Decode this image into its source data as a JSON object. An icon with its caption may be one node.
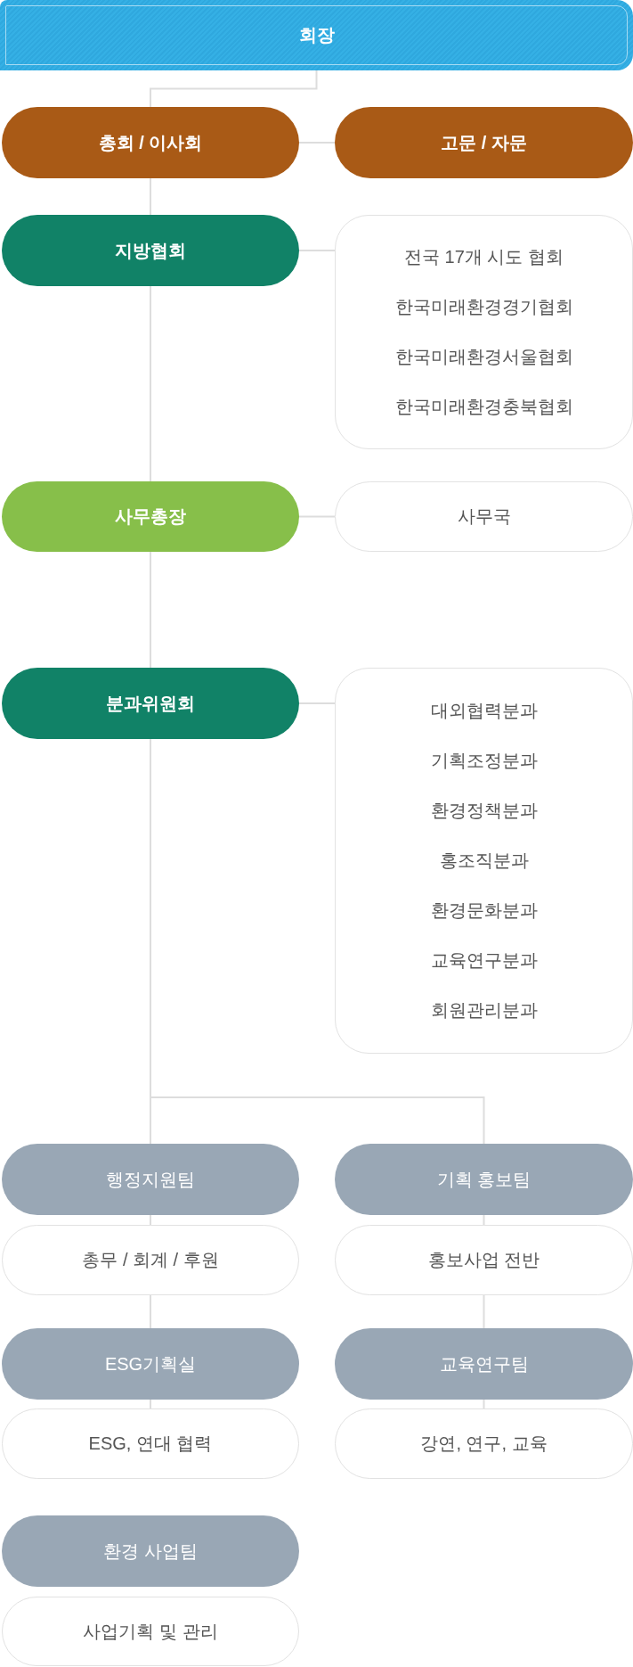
{
  "diagram": {
    "nodes": [
      {
        "text": [
          "회장"
        ]
      },
      {
        "text": [
          "총회 / 이사회"
        ]
      },
      {
        "text": [
          "고문 / 자문"
        ]
      },
      {
        "text": [
          "지방협회"
        ]
      },
      {
        "text": [
          "전국 17개 시도 협회",
          "한국미래환경경기협회",
          "한국미래환경서울협회",
          "한국미래환경충북협회"
        ]
      },
      {
        "text": [
          "사무총장"
        ]
      },
      {
        "text": [
          "사무국"
        ]
      },
      {
        "text": [
          "분과위원회"
        ]
      },
      {
        "text": [
          "대외협력분과",
          "기획조정분과",
          "환경정책분과",
          "홍조직분과",
          "환경문화분과",
          "교육연구분과",
          "회원관리분과"
        ]
      },
      {
        "text": [
          "행정지원팀"
        ]
      },
      {
        "text": [
          "기획 홍보팀"
        ]
      },
      {
        "text": [
          "총무 / 회계 / 후원"
        ]
      },
      {
        "text": [
          "홍보사업 전반"
        ]
      },
      {
        "text": [
          "ESG기획실"
        ]
      },
      {
        "text": [
          "교육연구팀"
        ]
      },
      {
        "text": [
          "ESG, 연대 협력"
        ]
      },
      {
        "text": [
          "강연, 연구, 교육"
        ]
      },
      {
        "text": [
          "환경 사업팀"
        ]
      },
      {
        "text": [
          "사업기획 및 관리"
        ]
      }
    ],
    "edges": [
      {
        "from": 0,
        "to": 1,
        "arrow": "none"
      },
      {
        "from": 1,
        "to": 2,
        "arrow": "none"
      },
      {
        "from": 1,
        "to": 3,
        "arrow": "none"
      },
      {
        "from": 3,
        "to": 4,
        "arrow": "none"
      },
      {
        "from": 3,
        "to": 5,
        "arrow": "none"
      },
      {
        "from": 5,
        "to": 6,
        "arrow": "none"
      },
      {
        "from": 5,
        "to": 7,
        "arrow": "none"
      },
      {
        "from": 7,
        "to": 8,
        "arrow": "none"
      },
      {
        "from": 7,
        "to": 9,
        "arrow": "none"
      },
      {
        "from": 7,
        "to": 10,
        "arrow": "none"
      },
      {
        "from": 9,
        "to": 11,
        "arrow": "none"
      },
      {
        "from": 11,
        "to": 13,
        "arrow": "none"
      },
      {
        "from": 13,
        "to": 15,
        "arrow": "none"
      },
      {
        "from": 10,
        "to": 12,
        "arrow": "none"
      },
      {
        "from": 12,
        "to": 14,
        "arrow": "none"
      },
      {
        "from": 14,
        "to": 16,
        "arrow": "none"
      }
    ]
  }
}
